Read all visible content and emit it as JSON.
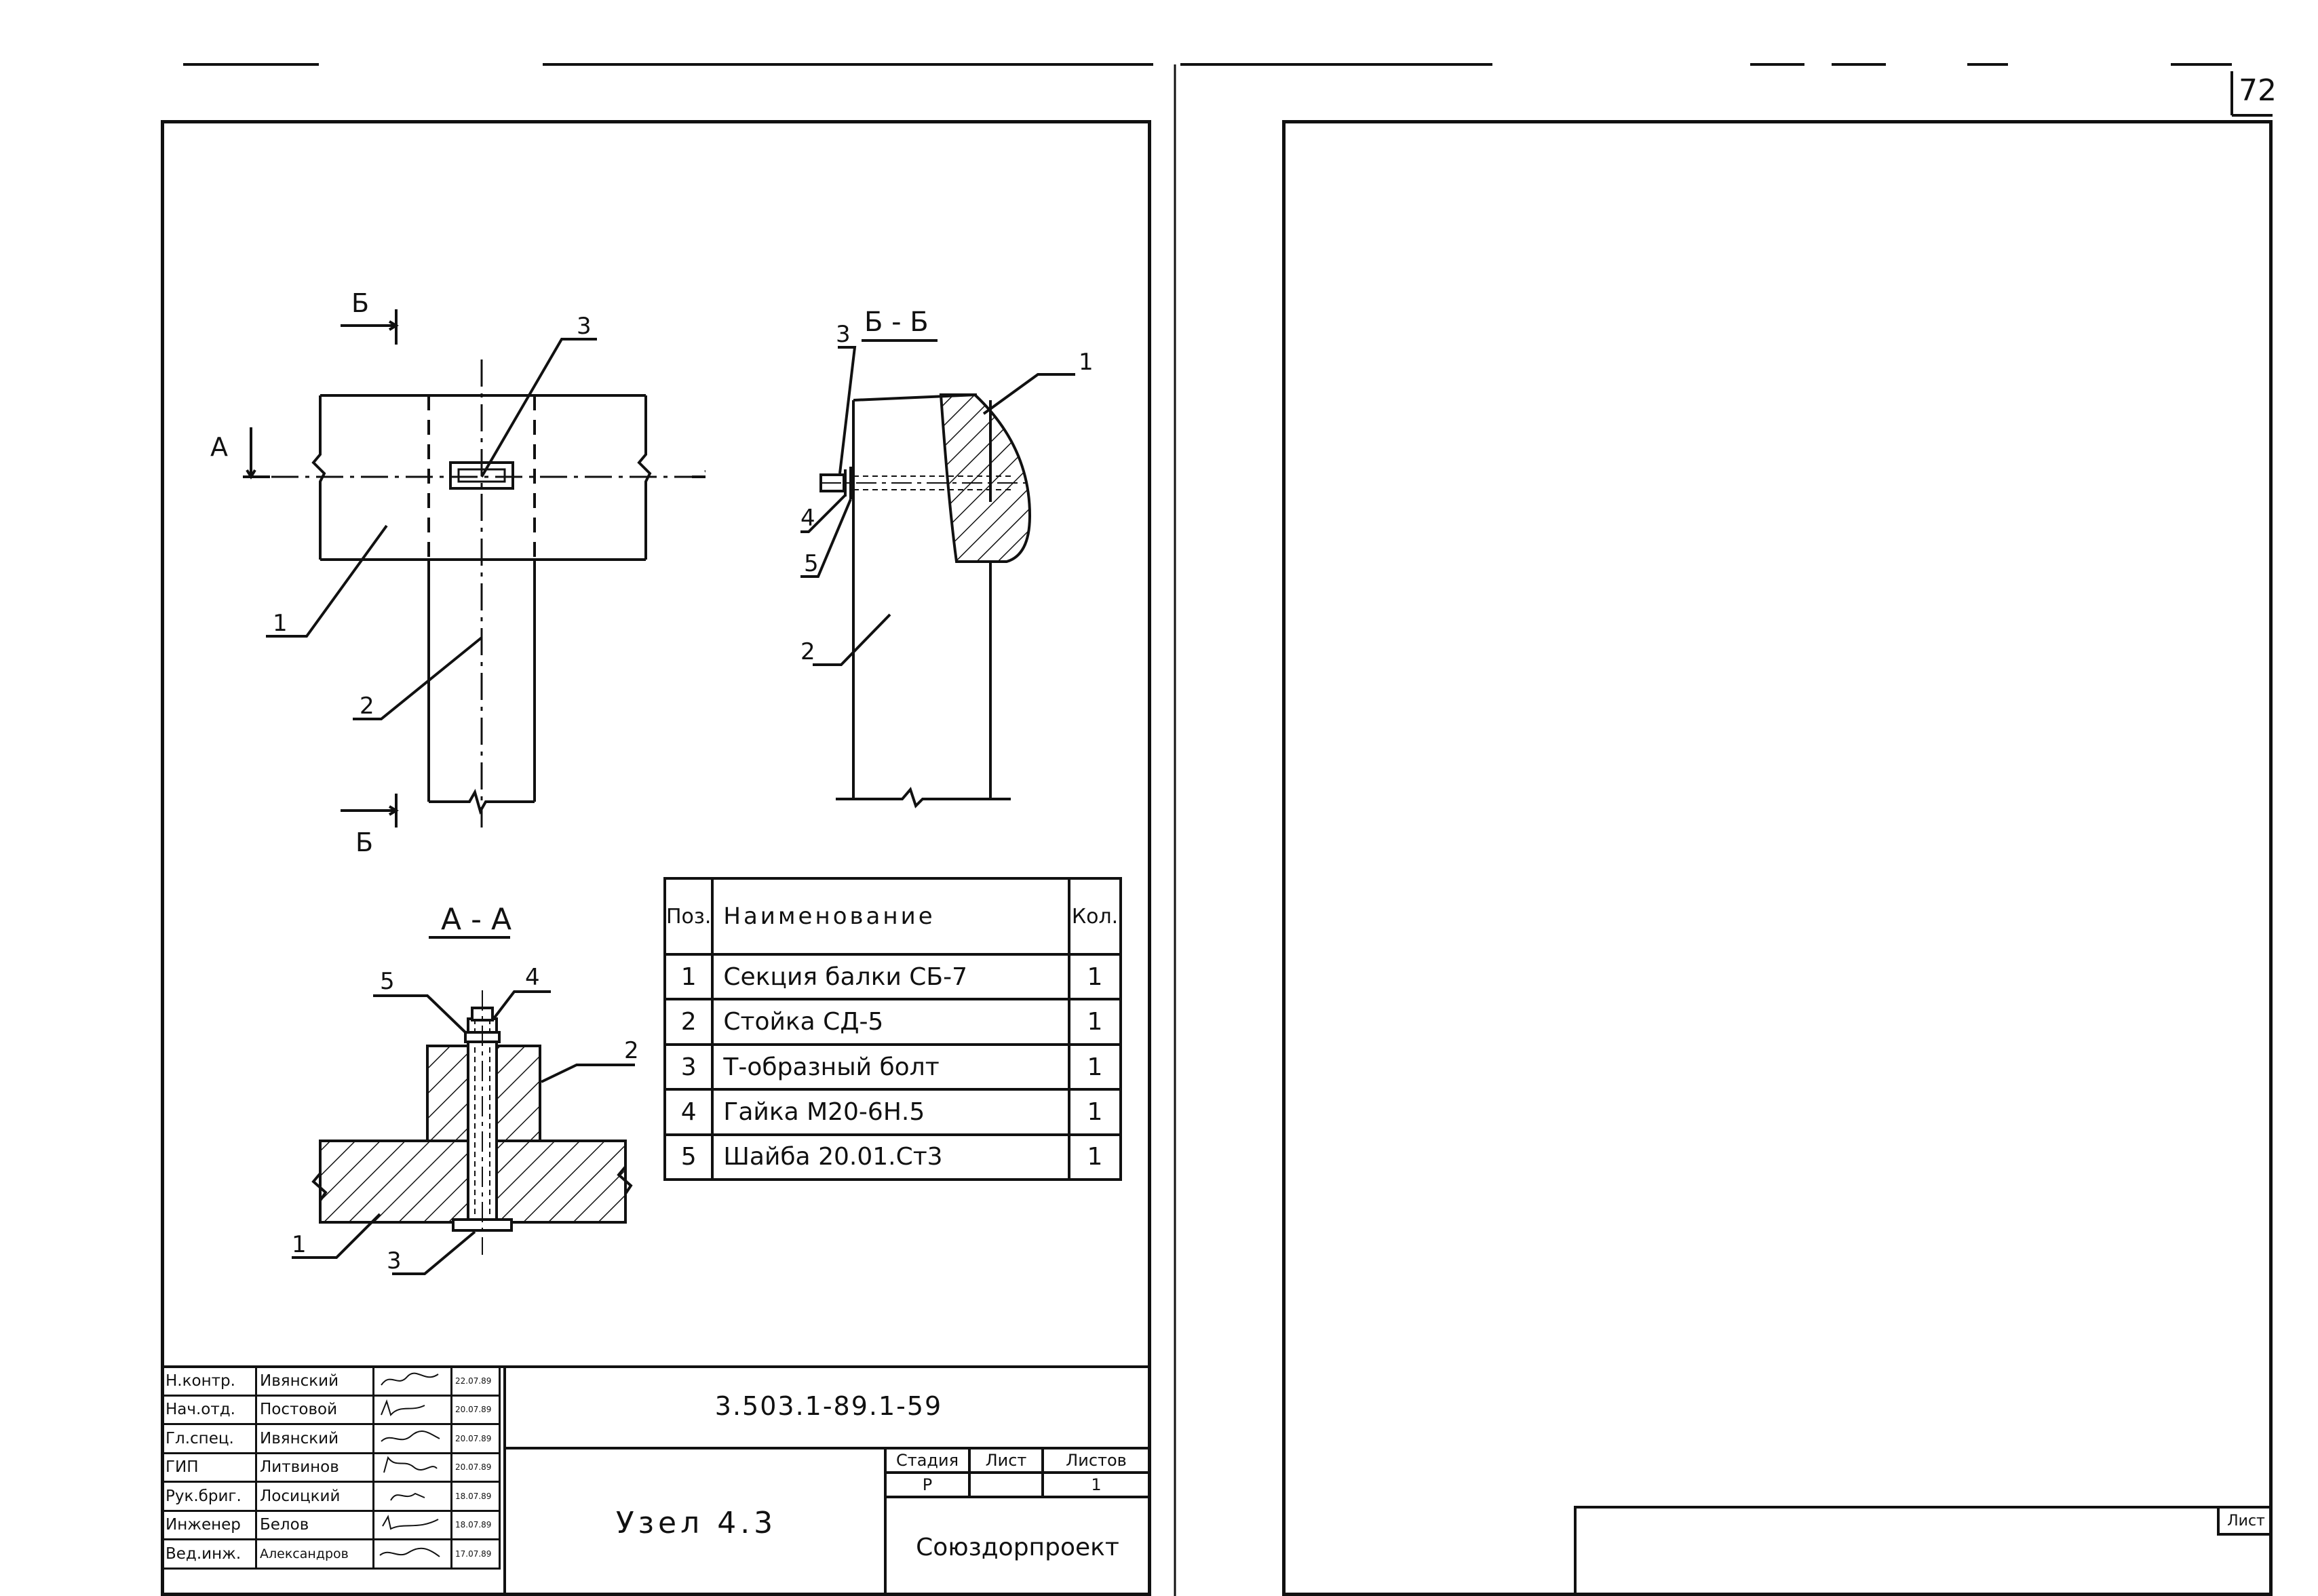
{
  "page_number": "72",
  "views": {
    "top_view_section_marker": "Б",
    "section_a_marker": "А",
    "section_bb_title": "Б - Б",
    "section_aa_title": "А - А"
  },
  "callouts": {
    "top_view": [
      "3",
      "1",
      "2"
    ],
    "section_bb": [
      "1",
      "3",
      "4",
      "5",
      "2"
    ],
    "section_aa": [
      "5",
      "4",
      "2",
      "1",
      "3"
    ]
  },
  "spec_table": {
    "headers": {
      "pos": "Поз.",
      "name": "Наименование",
      "qty": "Кол."
    },
    "rows": [
      {
        "pos": "1",
        "name": "Секция балки СБ-7",
        "qty": "1"
      },
      {
        "pos": "2",
        "name": "Стойка СД-5",
        "qty": "1"
      },
      {
        "pos": "3",
        "name": "Т-образный болт",
        "qty": "1"
      },
      {
        "pos": "4",
        "name": "Гайка М20-6Н.5",
        "qty": "1"
      },
      {
        "pos": "5",
        "name": "Шайба 20.01.Ст3",
        "qty": "1"
      }
    ]
  },
  "title_block": {
    "signatures": [
      {
        "role": "Н.контр.",
        "name": "Ивянский",
        "date": "22.07.89"
      },
      {
        "role": "Нач.отд.",
        "name": "Постовой",
        "date": "20.07.89"
      },
      {
        "role": "Гл.спец.",
        "name": "Ивянский",
        "date": "20.07.89"
      },
      {
        "role": "ГИП",
        "name": "Литвинов",
        "date": "20.07.89"
      },
      {
        "role": "Рук.бриг.",
        "name": "Лосицкий",
        "date": "18.07.89"
      },
      {
        "role": "Инженер",
        "name": "Белов",
        "date": "18.07.89"
      },
      {
        "role": "Вед.инж.",
        "name": "Александров",
        "date": "17.07.89"
      }
    ],
    "doc_code": "3.503.1-89.1-59",
    "drawing_title": "Узел 4.3",
    "stage_label": "Стадия",
    "sheet_label": "Лист",
    "sheets_label": "Листов",
    "stage_value": "Р",
    "sheet_value": "",
    "sheets_value": "1",
    "organization": "Союздорпроект"
  },
  "right_sheet": {
    "sheet_label": "Лист"
  }
}
